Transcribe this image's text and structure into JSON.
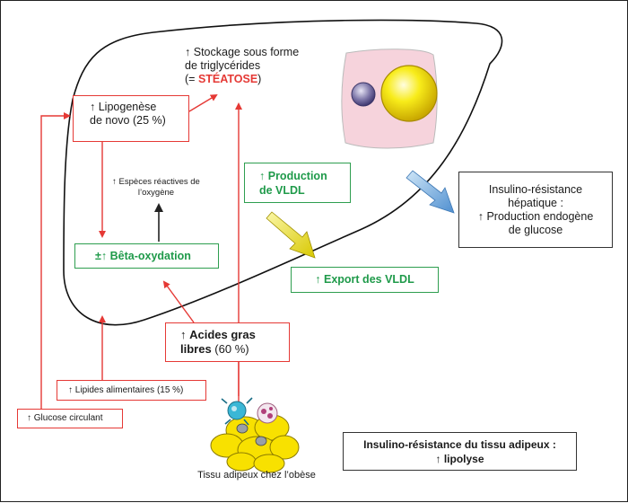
{
  "colors": {
    "red": "#e53935",
    "green": "#1f9a4a",
    "black": "#222222"
  },
  "up_arrow": "↑",
  "pm_arrow": "±↑",
  "storage": {
    "line1": "Stockage sous forme",
    "line2": "de triglycérides",
    "open": "(= ",
    "steatose": "STÉATOSE",
    "close": ")"
  },
  "lipogenesis": {
    "line1": "Lipogenèse",
    "line2": "de novo (25 %)"
  },
  "ros": {
    "line1": "Espèces réactives de",
    "line2": "l’oxygène"
  },
  "vldl_production": {
    "line1": "Production",
    "line2": "de VLDL"
  },
  "beta_oxidation": "Bêta-oxydation",
  "vldl_export": "Export des VLDL",
  "hepatic_resistance": {
    "line1": "Insulino-résistance",
    "line2": "hépatique :",
    "line3": "Production endogène",
    "line4": "de glucose"
  },
  "fatty_acids": {
    "line1": "Acides gras",
    "line2": "libres",
    "pct": " (60 %)"
  },
  "dietary_lipids": "Lipides alimentaires (15 %)",
  "circulating_glucose": "Glucose circulant",
  "adipose_caption": "Tissu adipeux chez l’obèse",
  "adipose_resistance": {
    "line1": "Insulino-résistance du tissu adipeux :",
    "line2": "lipolyse"
  }
}
